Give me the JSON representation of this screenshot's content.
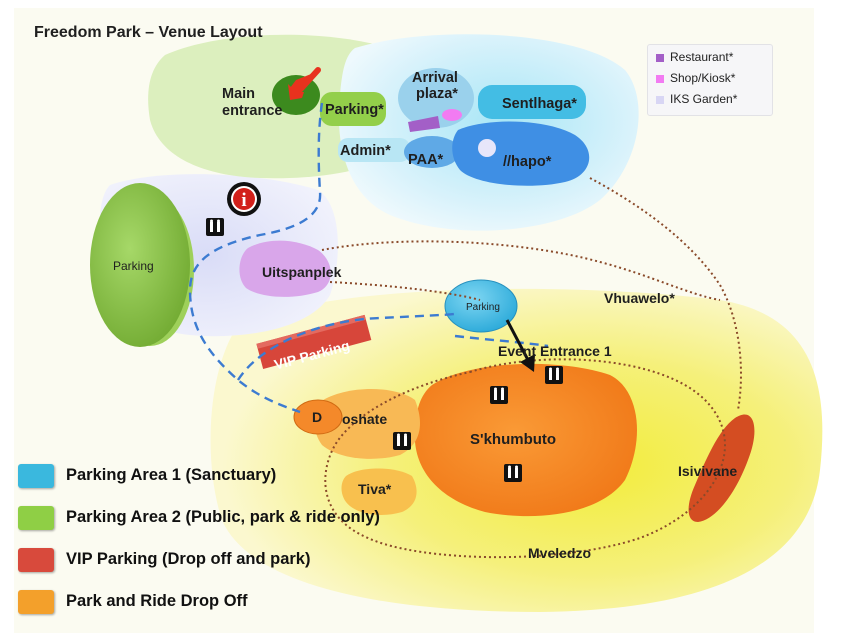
{
  "title": "Freedom Park – Venue Layout",
  "labels": {
    "main_entrance_1": "Main",
    "main_entrance_2": "entrance",
    "parking_top": "Parking*",
    "arrival_1": "Arrival",
    "arrival_2": "plaza*",
    "sentlhaga": "Sentlhaga*",
    "admin": "Admin*",
    "paa": "PAA*",
    "hapo": "//hapo*",
    "parking_left": "Parking",
    "uitspanplek": "Uitspanplek",
    "parking_circle": "Parking",
    "vhuawelo": "Vhuawelo*",
    "vip_parking": "VIP Parking",
    "event_entrance": "Event Entrance 1",
    "d_marker": "D",
    "moshate": "oshate",
    "skhumbuto": "S'khumbuto",
    "tiva": "Tiva*",
    "isivivane": "Isivivane",
    "mveledzo": "Mveledzo",
    "info": "i"
  },
  "key": [
    {
      "label": "Restaurant*",
      "color": "#a35fc7"
    },
    {
      "label": "Shop/Kiosk*",
      "color": "#f27bf2"
    },
    {
      "label": "IKS Garden*",
      "color": "#d8d6f4"
    }
  ],
  "legend": [
    {
      "label": "Parking Area 1 (Sanctuary)",
      "color": "#3ab8de"
    },
    {
      "label": "Parking Area 2 (Public, park & ride only)",
      "color": "#8fcf45"
    },
    {
      "label": "VIP Parking (Drop off and park)",
      "color": "#d84a3c"
    },
    {
      "label": "Park and Ride Drop Off",
      "color": "#f3a02b"
    }
  ],
  "icons": [
    "toilet-icon",
    "info-icon",
    "red-arrow-icon"
  ]
}
